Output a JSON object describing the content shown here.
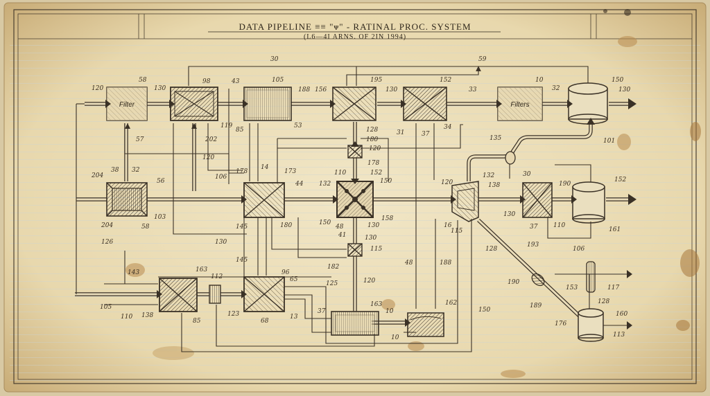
{
  "header": {
    "title": "DATA PIPELINE ≡≡ \"ᴪ\" - RATINAL PROC. SYSTEM",
    "subtitle": "(L6—4I ARNS. OF 2IN 1994)"
  },
  "blocks": {
    "filter_left": "Filter",
    "filters_right": "Filters"
  },
  "labels": {
    "l120a": "120",
    "l58": "58",
    "l130a": "130",
    "l98": "98",
    "l43": "43",
    "l105": "105",
    "l188": "188",
    "l156": "156",
    "l195": "195",
    "l130b": "130",
    "l152a": "152",
    "l33": "33",
    "l10a": "10",
    "l32": "32",
    "l150a": "150",
    "l130c": "130",
    "l30": "30",
    "l59": "59",
    "l57": "57",
    "l202": "202",
    "l85a": "85",
    "l53": "53",
    "l119": "119",
    "l128a": "128",
    "l31": "31",
    "l37a": "37",
    "l34": "34",
    "l180": "180",
    "l120b": "120",
    "l178": "178",
    "l135": "135",
    "l101": "101",
    "l204a": "204",
    "l38": "38",
    "l32b": "32",
    "l56": "56",
    "l106a": "106",
    "l178b": "178",
    "l14": "14",
    "l173": "173",
    "l44": "44",
    "l110a": "110",
    "l152b": "152",
    "l132a": "132",
    "l150b": "150",
    "l120c": "120",
    "l132b": "132",
    "l138": "138",
    "l30b": "30",
    "l190": "190",
    "l152c": "152",
    "l204b": "204",
    "l58b": "58",
    "l103": "103",
    "l145a": "145",
    "l180b": "180",
    "l150c": "150",
    "l48": "48",
    "l130d": "130",
    "l158": "158",
    "l16": "16",
    "l115a": "115",
    "l130e": "130",
    "l37b": "37",
    "l110b": "110",
    "l161": "161",
    "l126": "126",
    "l130f": "130",
    "l41": "41",
    "l130g": "130",
    "l115b": "115",
    "l182": "182",
    "l48b": "48",
    "l188b": "188",
    "l128b": "128",
    "l193": "193",
    "l106b": "106",
    "l145b": "145",
    "l143": "143",
    "l163a": "163",
    "l112": "112",
    "l96": "96",
    "l65": "65",
    "l125": "125",
    "l120d": "120",
    "l190b": "190",
    "l153": "153",
    "l117": "117",
    "l189": "189",
    "l105b": "105",
    "l110c": "110",
    "l138b": "138",
    "l85b": "85",
    "l123": "123",
    "l68": "68",
    "l13": "13",
    "l37c": "37",
    "l163b": "163",
    "l10b": "10",
    "l162": "162",
    "l150d": "150",
    "l128c": "128",
    "l160": "160",
    "l176": "176",
    "l113": "113",
    "l10c": "10"
  },
  "colors": {
    "paper": "#efe3c2",
    "ink": "#3a3126",
    "stain": "#b98c4f"
  }
}
